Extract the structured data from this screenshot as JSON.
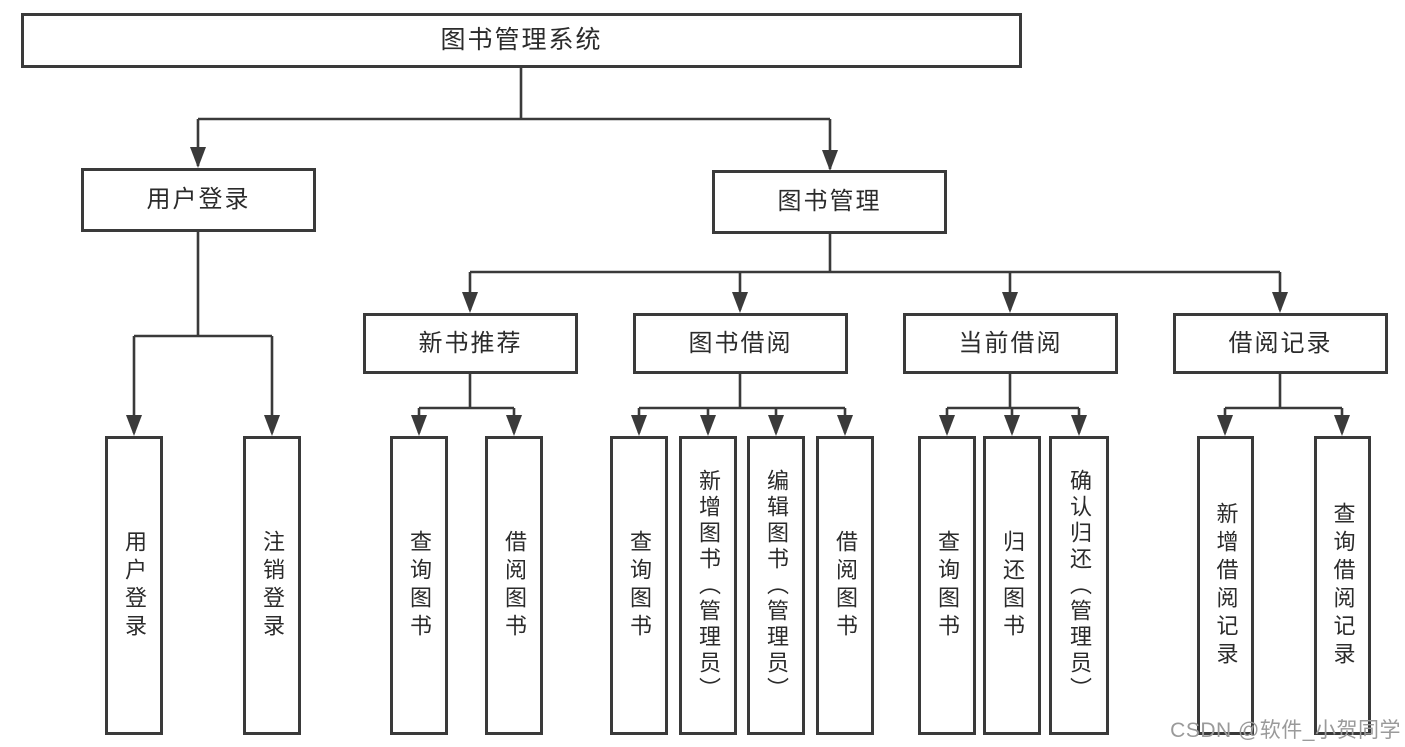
{
  "tree": {
    "root": "图书管理系统",
    "children": [
      {
        "label": "用户登录",
        "children": [
          "用户登录",
          "注销登录"
        ]
      },
      {
        "label": "图书管理",
        "children": [
          {
            "label": "新书推荐",
            "children": [
              "查询图书",
              "借阅图书"
            ]
          },
          {
            "label": "图书借阅",
            "children": [
              "查询图书",
              "新增图书（管理员）",
              "编辑图书（管理员）",
              "借阅图书"
            ]
          },
          {
            "label": "当前借阅",
            "children": [
              "查询图书",
              "归还图书",
              "确认归还（管理员）"
            ]
          },
          {
            "label": "借阅记录",
            "children": [
              "新增借阅记录",
              "查询借阅记录"
            ]
          }
        ]
      }
    ]
  },
  "watermark": {
    "text": "CSDN @软件_小贺同学"
  },
  "colors": {
    "line": "#3a3a3a",
    "text": "#2b2b2b",
    "box_background": "#ffffff",
    "page_background": "#ffffff",
    "watermark": "#9a9a9a"
  }
}
